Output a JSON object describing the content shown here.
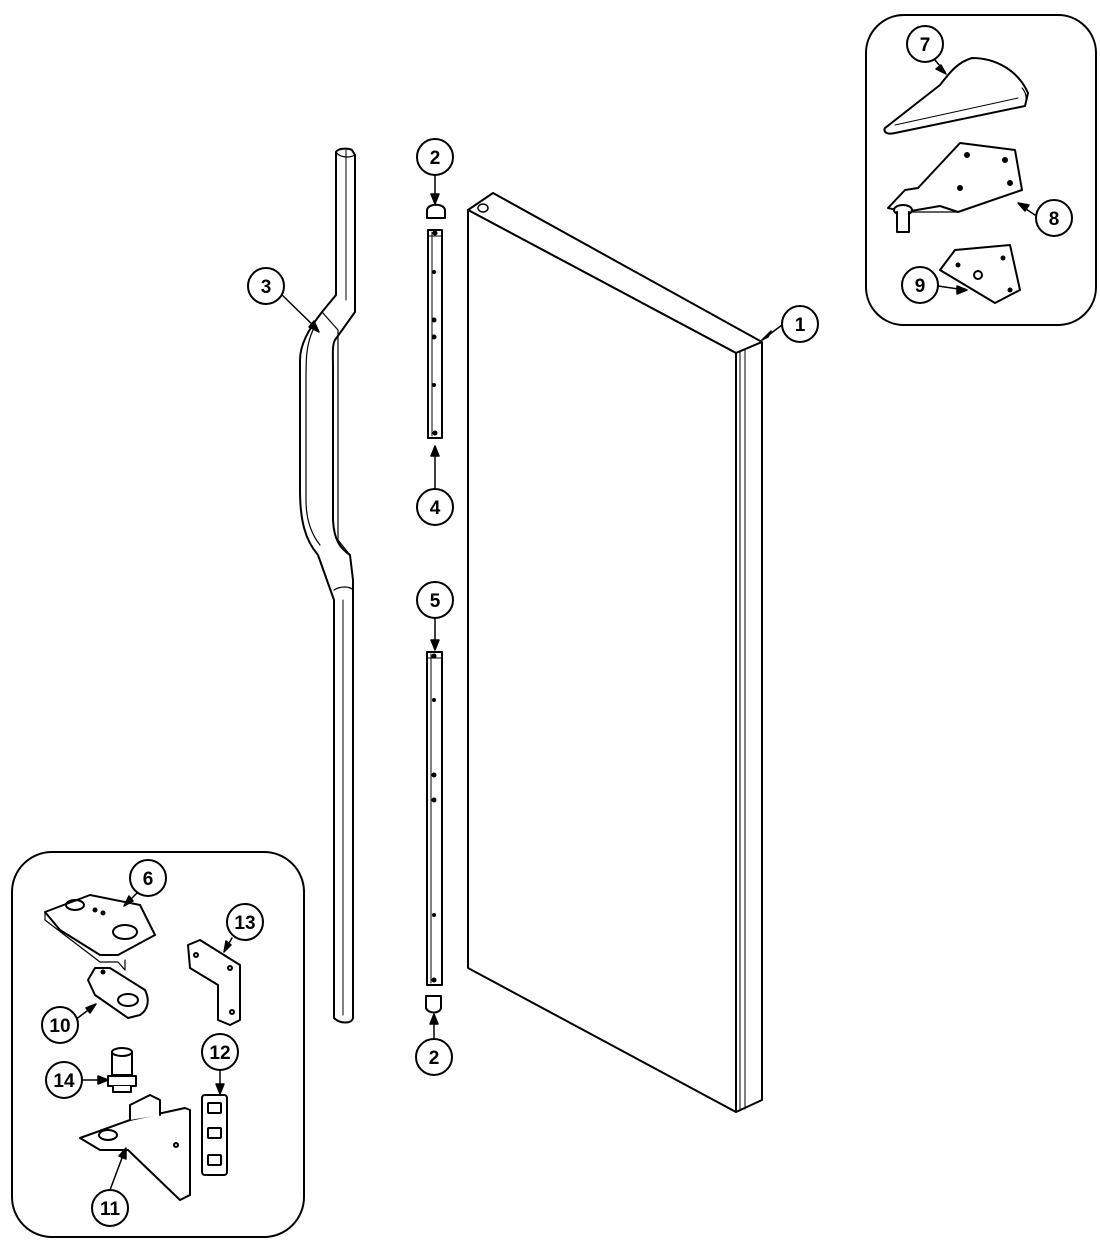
{
  "diagram": {
    "callouts": [
      {
        "id": "1",
        "label": "1"
      },
      {
        "id": "2a",
        "label": "2"
      },
      {
        "id": "2b",
        "label": "2"
      },
      {
        "id": "3",
        "label": "3"
      },
      {
        "id": "4",
        "label": "4"
      },
      {
        "id": "5",
        "label": "5"
      },
      {
        "id": "6",
        "label": "6"
      },
      {
        "id": "7",
        "label": "7"
      },
      {
        "id": "8",
        "label": "8"
      },
      {
        "id": "9",
        "label": "9"
      },
      {
        "id": "10",
        "label": "10"
      },
      {
        "id": "11",
        "label": "11"
      },
      {
        "id": "12",
        "label": "12"
      },
      {
        "id": "13",
        "label": "13"
      },
      {
        "id": "14",
        "label": "14"
      }
    ]
  }
}
